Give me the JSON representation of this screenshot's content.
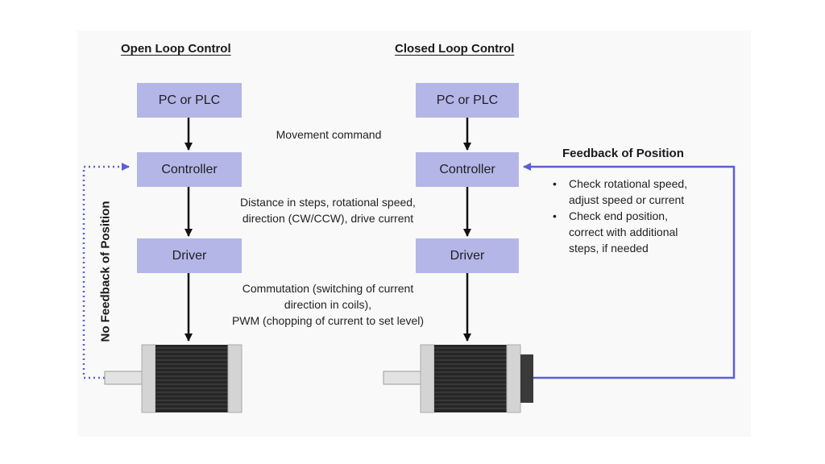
{
  "colors": {
    "box_fill": "#b4b6e8",
    "feedback_line": "#5b5fd6",
    "motor_body": "#262626",
    "motor_flange": "#d4d4d4"
  },
  "open_loop": {
    "title": "Open Loop Control",
    "blocks": [
      "PC or PLC",
      "Controller",
      "Driver"
    ],
    "feedback_label": "No Feedback of Position",
    "feedback_style": "dotted"
  },
  "closed_loop": {
    "title": "Closed Loop Control",
    "blocks": [
      "PC or PLC",
      "Controller",
      "Driver"
    ],
    "feedback_title": "Feedback of Position",
    "feedback_items": [
      [
        "Check rotational speed,",
        "adjust speed or current"
      ],
      [
        "Check end position,",
        "correct with additional",
        "steps, if needed"
      ]
    ]
  },
  "signals": {
    "movement": [
      "Movement command"
    ],
    "controller_to_driver": [
      "Distance in steps, rotational speed,",
      "direction (CW/CCW), drive current"
    ],
    "driver_to_motor": [
      "Commutation (switching of current",
      "direction in coils),",
      "PWM (chopping of current to set level)"
    ]
  }
}
